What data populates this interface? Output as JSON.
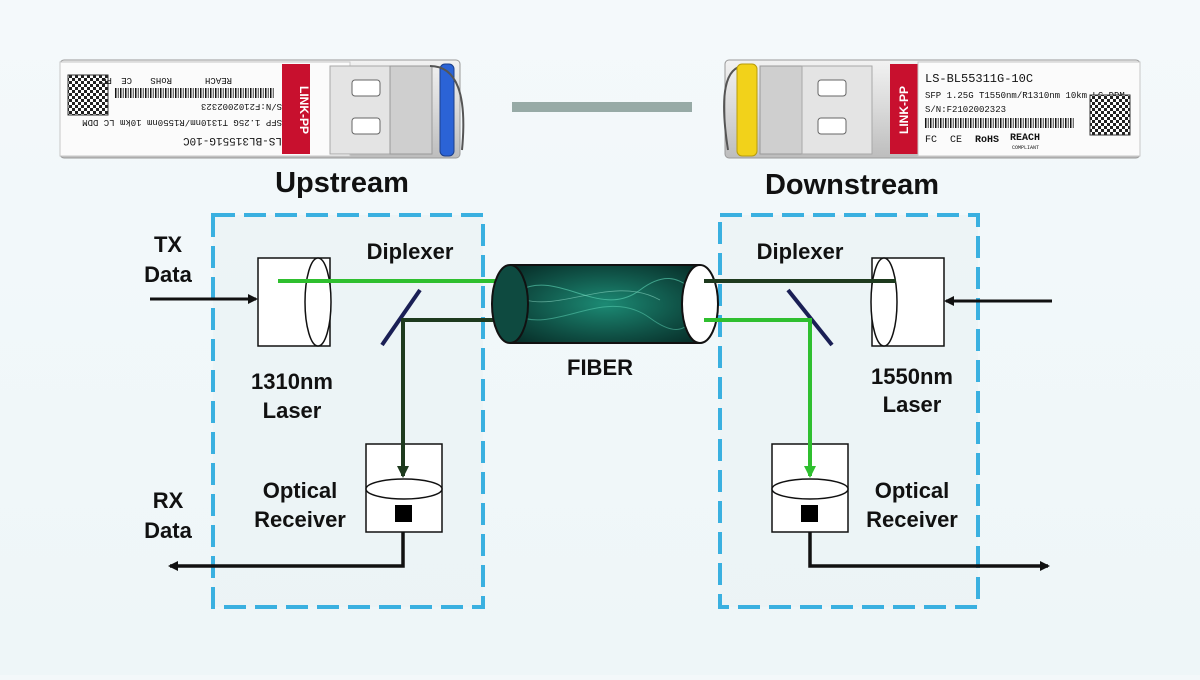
{
  "colors": {
    "box_border": "#3ab0e0",
    "tx_beam": "#2fbf2f",
    "rx_beam": "#1e3a1e",
    "fiber": "#0d3b35",
    "brand_red": "#c8102e",
    "blue_latch": "#2b63d6",
    "yellow_latch": "#f2d21a"
  },
  "icons": [
    "sfp-module",
    "qr-code",
    "barcode",
    "laser-lens",
    "diplexer-mirror",
    "photodiode-receiver",
    "fiber-cable"
  ],
  "modules": {
    "upstream": {
      "part": "LS-BL31551G-10C",
      "spec": "SFP 1.25G T1310nm/R1550nm 10km LC DDM",
      "serial": "S/N:F2102002323",
      "brand": "LINK-PP",
      "marks": [
        "FC",
        "CE",
        "RoHS",
        "REACH"
      ]
    },
    "downstream": {
      "part": "LS-BL55311G-10C",
      "spec": "SFP 1.25G T1550nm/R1310nm 10km LC DDM",
      "serial": "S/N:F2102002323",
      "brand": "LINK-PP",
      "marks": [
        "FC",
        "CE",
        "RoHS",
        "REACH"
      ],
      "reach_sub": "COMPLIANT"
    }
  },
  "diagram": {
    "upstream": {
      "title": "Upstream",
      "tx_data": [
        "TX",
        "Data"
      ],
      "rx_data": [
        "RX",
        "Data"
      ],
      "diplexer": "Diplexer",
      "laser": [
        "1310nm",
        "Laser"
      ],
      "receiver": [
        "Optical",
        "Receiver"
      ]
    },
    "downstream": {
      "title": "Downstream",
      "diplexer": "Diplexer",
      "laser": [
        "1550nm",
        "Laser"
      ],
      "receiver": [
        "Optical",
        "Receiver"
      ]
    },
    "fiber_label": "FIBER"
  }
}
